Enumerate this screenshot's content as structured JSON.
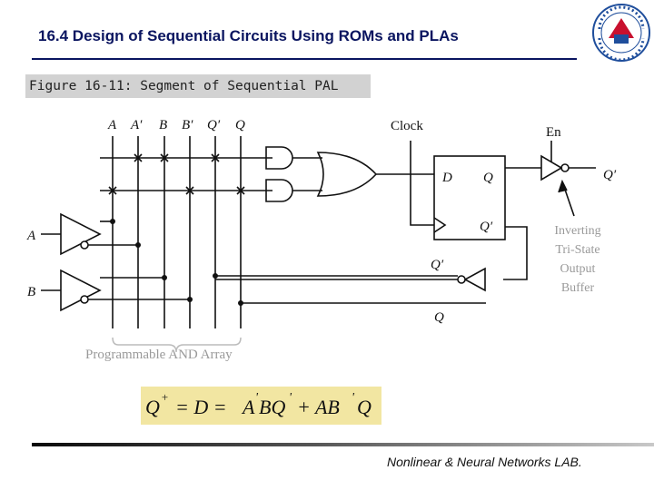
{
  "header": {
    "title": "16.4 Design of Sequential Circuits Using ROMs and PLAs"
  },
  "caption": {
    "text": "Figure 16-11:  Segment of Sequential PAL"
  },
  "diagram": {
    "column_labels": [
      "A",
      "A′",
      "B",
      "B′",
      "Q′",
      "Q"
    ],
    "input_a": "A",
    "input_b": "B",
    "clock": "Clock",
    "flipflop_d": "D",
    "flipflop_q": "Q",
    "flipflop_qbar": "Q′",
    "enable": "En",
    "output": "Q′",
    "feedback_qbar": "Q′",
    "feedback_q": "Q",
    "buffer_label": [
      "Inverting",
      "Tri-State",
      "Output",
      "Buffer"
    ],
    "array_label": "Programmable AND Array"
  },
  "equation": {
    "text": "Q⁺ = D = A′BQ′ + AB′Q",
    "q": "Q",
    "plus": "+",
    "eq1": "= D =",
    "a1": "A",
    "bq": "BQ",
    "plusop": "+ AB",
    "q2": "Q",
    "prime": "'"
  },
  "footer": {
    "text": "Nonlinear & Neural Networks LAB."
  },
  "colors": {
    "title": "#0a1560",
    "caption_bg": "#d2d2d2",
    "equation_bg": "#f2e6a2",
    "logo_red": "#c8102e",
    "logo_blue": "#1f4e9c"
  }
}
